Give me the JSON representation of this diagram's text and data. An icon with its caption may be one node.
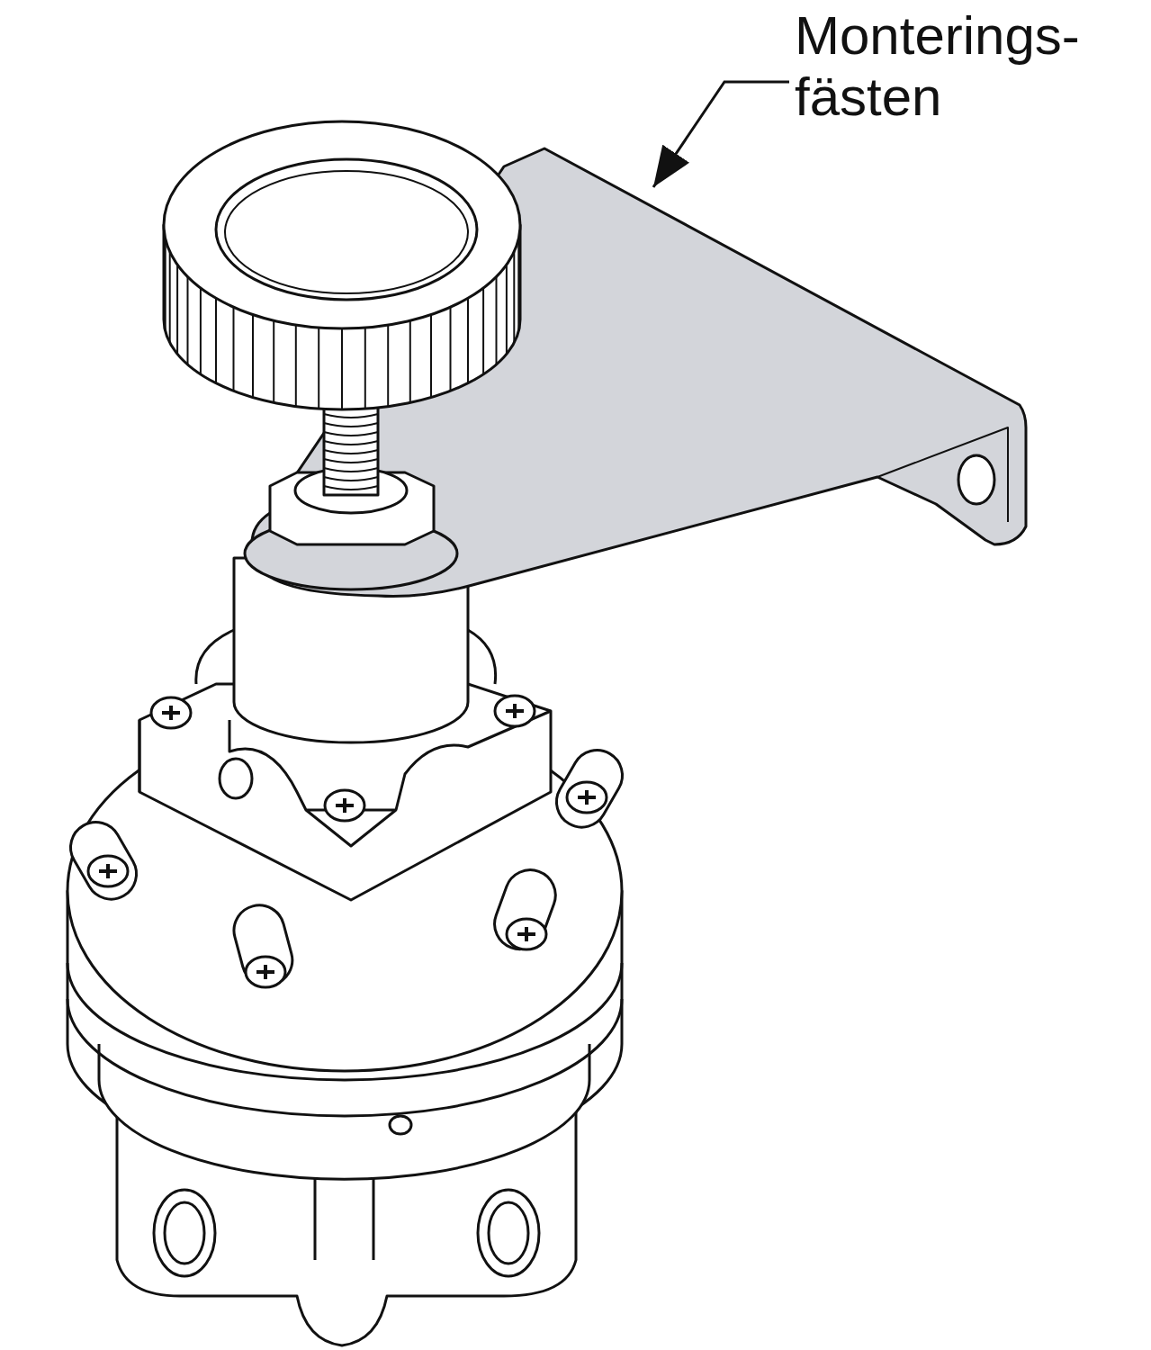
{
  "diagram": {
    "nodes": [
      {
        "text": [
          "Monterings- fästen"
        ]
      },
      {
        "text": [],
        "shape": "picture"
      }
    ],
    "edges": [
      {
        "from": 0,
        "to": 1,
        "arrow": "to"
      }
    ]
  }
}
